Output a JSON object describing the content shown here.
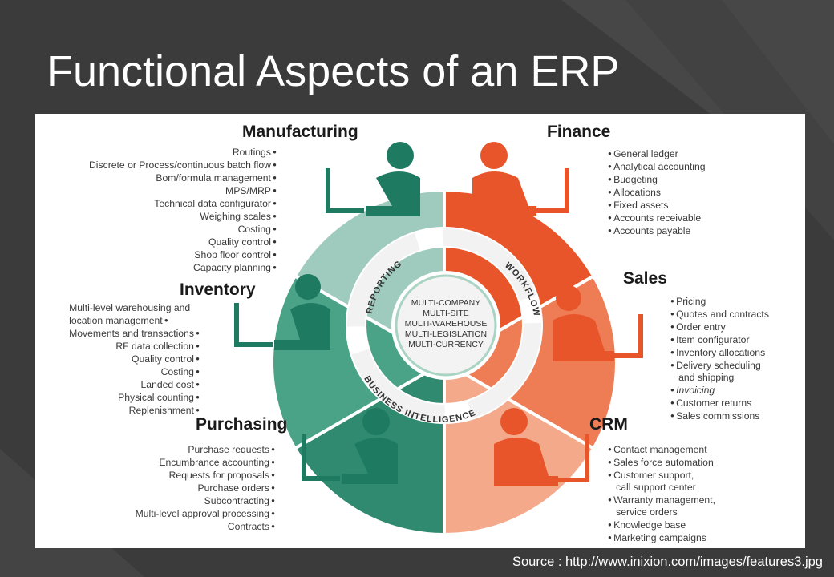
{
  "title": "Functional Aspects of an ERP",
  "source": "Source : http://www.inixion.com/images/features3.jpg",
  "colors": {
    "background": "#3b3b3b",
    "teal_dark": "#2f8a6f",
    "teal_mid": "#4aa287",
    "teal_light": "#9fcbbf",
    "orange_dark": "#e8552a",
    "orange_mid": "#ee7d55",
    "orange_light": "#f3a98a"
  },
  "ring": {
    "arrow_top": "REPORTING",
    "arrow_right": "WORKFLOW",
    "arrow_bottom": "BUSINESS INTELLIGENCE"
  },
  "center": [
    "MULTI-COMPANY",
    "MULTI-SITE",
    "MULTI-WAREHOUSE",
    "MULTI-LEGISLATION",
    "MULTI-CURRENCY"
  ],
  "modules": {
    "manufacturing": {
      "title": "Manufacturing",
      "items": [
        "Routings",
        "Discrete or Process/continuous batch flow",
        "Bom/formula management",
        "MPS/MRP",
        "Technical data configurator",
        "Weighing scales",
        "Costing",
        "Quality control",
        "Shop floor control",
        "Capacity planning"
      ]
    },
    "finance": {
      "title": "Finance",
      "items": [
        "General ledger",
        "Analytical accounting",
        "Budgeting",
        "Allocations",
        "Fixed assets",
        "Accounts receivable",
        "Accounts payable"
      ]
    },
    "inventory": {
      "title": "Inventory",
      "items": [
        "Multi-level warehousing and\nlocation management",
        "Movements and transactions",
        "RF data collection",
        "Quality control",
        "Costing",
        "Landed cost",
        "Physical counting",
        "Replenishment"
      ]
    },
    "sales": {
      "title": "Sales",
      "items": [
        "Pricing",
        "Quotes and contracts",
        "Order entry",
        "Item configurator",
        "Inventory allocations",
        "Delivery scheduling\n   and shipping",
        "Invoicing",
        "Customer returns",
        "Sales commissions"
      ]
    },
    "purchasing": {
      "title": "Purchasing",
      "items": [
        "Purchase requests",
        "Encumbrance accounting",
        "Requests for proposals",
        "Purchase orders",
        "Subcontracting",
        "Multi-level approval processing",
        "Contracts"
      ]
    },
    "crm": {
      "title": "CRM",
      "items": [
        "Contact management",
        "Sales force automation",
        "Customer support,\n   call support center",
        "Warranty management,\n   service orders",
        "Knowledge base",
        "Marketing campaigns"
      ]
    }
  }
}
